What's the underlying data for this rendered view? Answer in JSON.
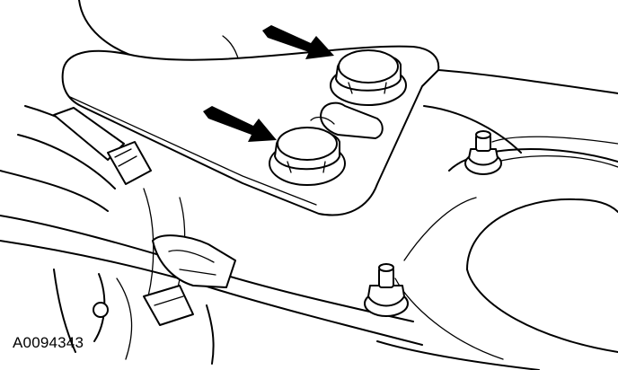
{
  "figure": {
    "id": "A0094343"
  },
  "illustration": {
    "components": [
      "mounting-plate",
      "upper-bolt",
      "lower-bolt",
      "shock-tower-studs",
      "pointer-arrows"
    ]
  }
}
